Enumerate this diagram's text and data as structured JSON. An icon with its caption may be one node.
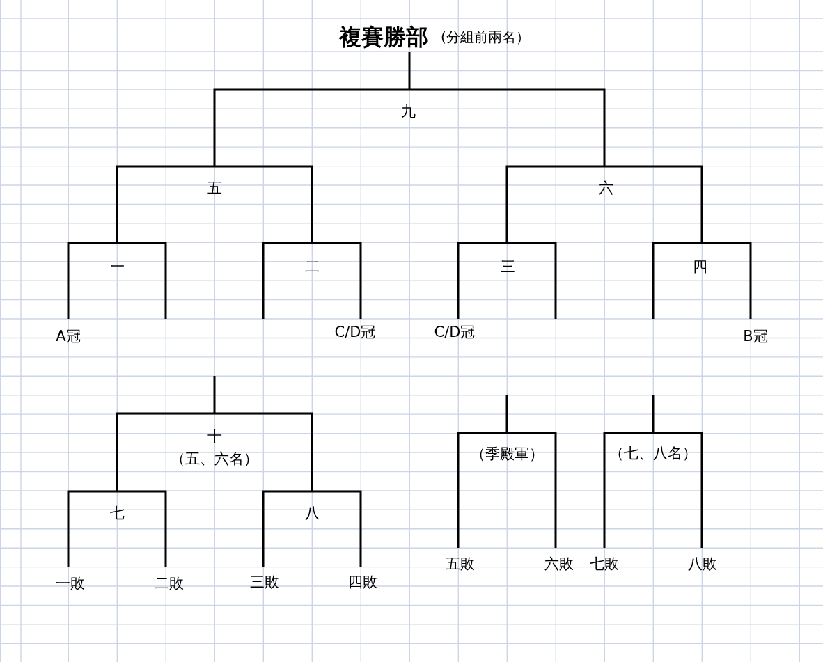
{
  "diagram": {
    "title": "複賽勝部",
    "nodes": [
      {
        "text": [
          "九"
        ]
      },
      {
        "text": [
          "五"
        ]
      },
      {
        "text": [
          "六"
        ]
      },
      {
        "text": [
          "一"
        ]
      },
      {
        "text": [
          "二"
        ]
      },
      {
        "text": [
          "三"
        ]
      },
      {
        "text": [
          "四"
        ]
      },
      {
        "text": [
          "A冠"
        ]
      },
      {
        "text": [
          "C/D冠"
        ]
      },
      {
        "text": [
          "C/D冠"
        ]
      },
      {
        "text": [
          "B冠"
        ]
      },
      {
        "text": [
          "十",
          "（五、六名）"
        ]
      },
      {
        "text": [
          "（季殿軍）"
        ]
      },
      {
        "text": [
          "（七、八名）"
        ]
      },
      {
        "text": [
          "七"
        ]
      },
      {
        "text": [
          "八"
        ]
      },
      {
        "text": [
          "五敗"
        ]
      },
      {
        "text": [
          "六敗"
        ]
      },
      {
        "text": [
          "七敗"
        ]
      },
      {
        "text": [
          "八敗"
        ]
      },
      {
        "text": [
          "一敗"
        ]
      },
      {
        "text": [
          "二敗"
        ]
      },
      {
        "text": [
          "三敗"
        ]
      },
      {
        "text": [
          "四敗"
        ]
      }
    ],
    "edges": [
      {
        "from": 1,
        "to": 0,
        "arrow": "none"
      },
      {
        "from": 2,
        "to": 0,
        "arrow": "none"
      },
      {
        "from": 0,
        "to": null,
        "arrow": "none"
      },
      {
        "from": 3,
        "to": 1,
        "arrow": "none"
      },
      {
        "from": 4,
        "to": 1,
        "arrow": "none"
      },
      {
        "from": 5,
        "to": 2,
        "arrow": "none"
      },
      {
        "from": 6,
        "to": 2,
        "arrow": "none"
      },
      {
        "from": 7,
        "to": 3,
        "arrow": "none"
      },
      {
        "from": null,
        "to": 3,
        "arrow": "none"
      },
      {
        "from": null,
        "to": 4,
        "arrow": "none"
      },
      {
        "from": 8,
        "to": 4,
        "arrow": "none"
      },
      {
        "from": 9,
        "to": 5,
        "arrow": "none"
      },
      {
        "from": null,
        "to": 5,
        "arrow": "none"
      },
      {
        "from": null,
        "to": 6,
        "arrow": "none"
      },
      {
        "from": 10,
        "to": 6,
        "arrow": "none"
      },
      {
        "from": 11,
        "to": null,
        "arrow": "none"
      },
      {
        "from": 14,
        "to": 11,
        "arrow": "none"
      },
      {
        "from": 15,
        "to": 11,
        "arrow": "none"
      },
      {
        "from": 20,
        "to": 14,
        "arrow": "none"
      },
      {
        "from": 21,
        "to": 14,
        "arrow": "none"
      },
      {
        "from": 22,
        "to": 15,
        "arrow": "none"
      },
      {
        "from": 23,
        "to": 15,
        "arrow": "none"
      },
      {
        "from": 12,
        "to": null,
        "arrow": "none"
      },
      {
        "from": 16,
        "to": 12,
        "arrow": "none"
      },
      {
        "from": 17,
        "to": 12,
        "arrow": "none"
      },
      {
        "from": 13,
        "to": null,
        "arrow": "none"
      },
      {
        "from": 18,
        "to": 13,
        "arrow": "none"
      },
      {
        "from": 19,
        "to": 13,
        "arrow": "none"
      }
    ],
    "labels": [
      "(分組前兩名）"
    ]
  }
}
